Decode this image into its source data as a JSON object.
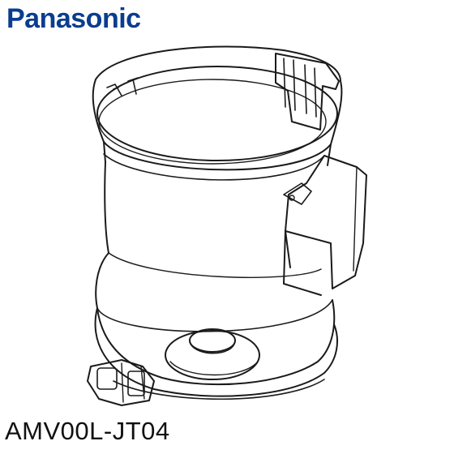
{
  "brand": {
    "name": "Panasonic",
    "color": "#0a3d8f"
  },
  "product": {
    "part_code": "AMV00L-JT04",
    "illustration": "dust-container-line-drawing"
  }
}
